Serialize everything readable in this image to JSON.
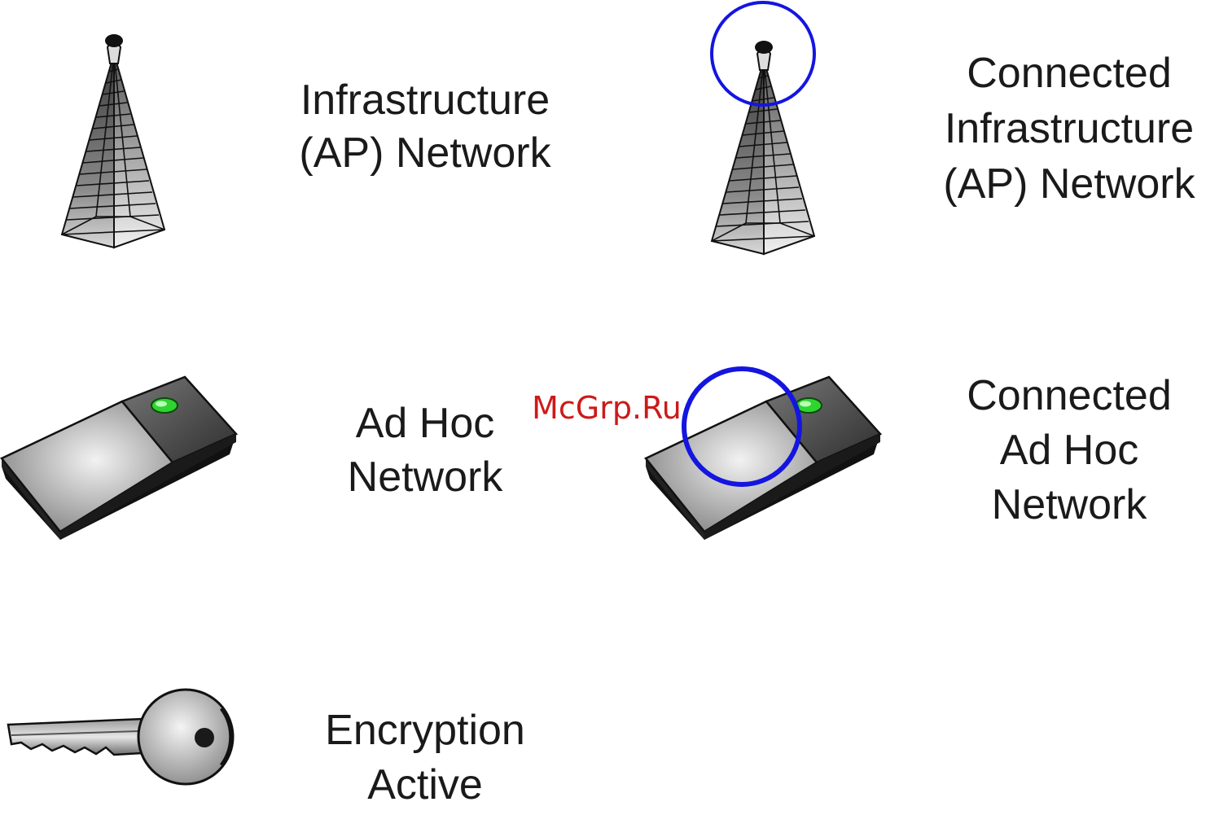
{
  "watermark": "McGrp.Ru",
  "legend": {
    "infrastructure": {
      "line1": "Infrastructure",
      "line2": "(AP) Network",
      "icon": "tower-icon"
    },
    "connected_infrastructure": {
      "line1": "Connected",
      "line2": "Infrastructure",
      "line3": "(AP) Network",
      "icon": "tower-connected-icon"
    },
    "adhoc": {
      "line1": "Ad Hoc",
      "line2": "Network",
      "icon": "card-icon"
    },
    "connected_adhoc": {
      "line1": "Connected",
      "line2": "Ad Hoc",
      "line3": "Network",
      "icon": "card-connected-icon"
    },
    "encryption": {
      "line1": "Encryption",
      "line2": "Active",
      "icon": "key-icon"
    }
  },
  "colors": {
    "connected_ring": "#1515e0",
    "led": "#2fd42f",
    "watermark": "#cc1a1a"
  }
}
